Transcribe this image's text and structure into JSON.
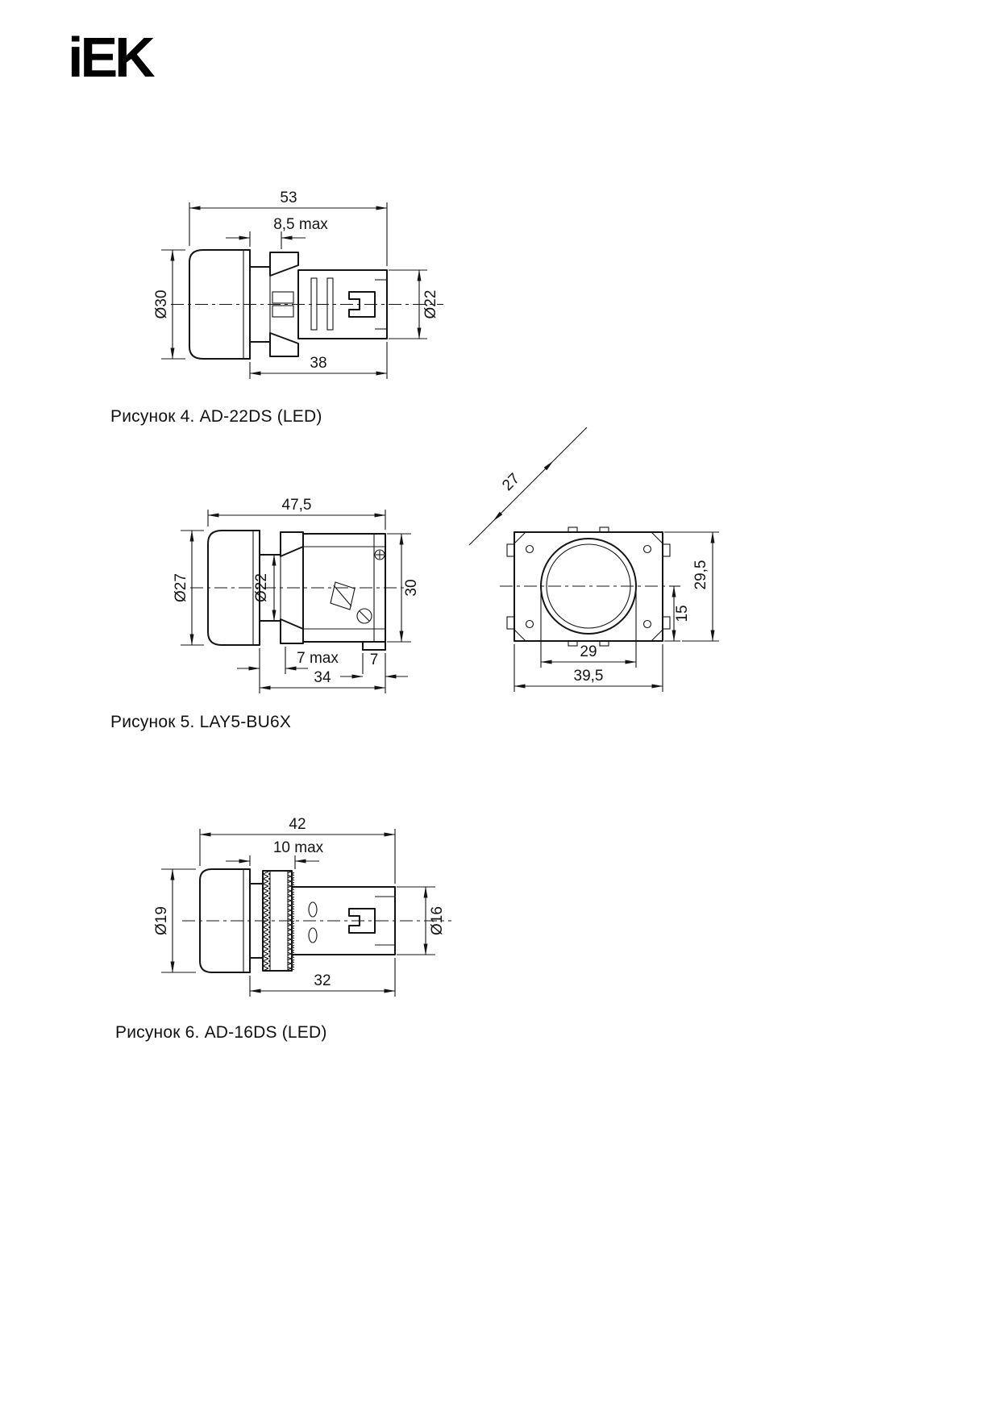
{
  "brand": "iEK",
  "fig4": {
    "caption": "Рисунок 4. AD-22DS (LED)",
    "len_total": "53",
    "panel": "8,5 max",
    "dia_cap": "Ø30",
    "dia_body": "Ø22",
    "len_body": "38"
  },
  "fig5": {
    "caption": "Рисунок 5. LAY5-BU6X",
    "len_total": "47,5",
    "dia_cap": "Ø27",
    "dia_shaft": "Ø22",
    "height_rear": "30",
    "panel": "7 max",
    "tail": "7",
    "len_body": "34",
    "diag": "27",
    "front_height": "29,5",
    "front_half": "15",
    "hole_width": "29",
    "front_width": "39,5"
  },
  "fig6": {
    "caption": "Рисунок 6. AD-16DS (LED)",
    "len_total": "42",
    "panel": "10 max",
    "dia_cap": "Ø19",
    "dia_body": "Ø16",
    "len_body": "32"
  }
}
